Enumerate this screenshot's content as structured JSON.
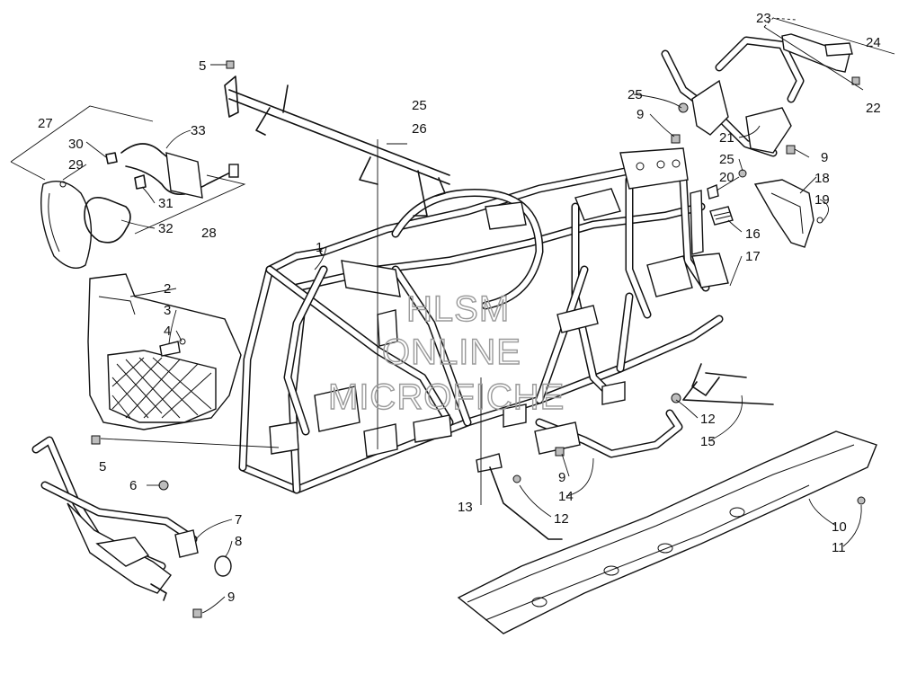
{
  "diagram": {
    "callouts": [
      {
        "id": "c-5-top",
        "text": "5"
      },
      {
        "id": "c-27",
        "text": "27"
      },
      {
        "id": "c-30",
        "text": "30"
      },
      {
        "id": "c-29",
        "text": "29"
      },
      {
        "id": "c-33",
        "text": "33"
      },
      {
        "id": "c-31",
        "text": "31"
      },
      {
        "id": "c-32",
        "text": "32"
      },
      {
        "id": "c-28",
        "text": "28"
      },
      {
        "id": "c-2",
        "text": "2"
      },
      {
        "id": "c-3",
        "text": "3"
      },
      {
        "id": "c-4",
        "text": "4"
      },
      {
        "id": "c-5-mid",
        "text": "5"
      },
      {
        "id": "c-6",
        "text": "6"
      },
      {
        "id": "c-7",
        "text": "7"
      },
      {
        "id": "c-8",
        "text": "8"
      },
      {
        "id": "c-9-bottom",
        "text": "9"
      },
      {
        "id": "c-1",
        "text": "1"
      },
      {
        "id": "c-25-top",
        "text": "25"
      },
      {
        "id": "c-26",
        "text": "26"
      },
      {
        "id": "c-23",
        "text": "23"
      },
      {
        "id": "c-24",
        "text": "24"
      },
      {
        "id": "c-22",
        "text": "22"
      },
      {
        "id": "c-25-right",
        "text": "25"
      },
      {
        "id": "c-9-right-top",
        "text": "9"
      },
      {
        "id": "c-21",
        "text": "21"
      },
      {
        "id": "c-25-mid",
        "text": "25"
      },
      {
        "id": "c-9-right-mid",
        "text": "9"
      },
      {
        "id": "c-20",
        "text": "20"
      },
      {
        "id": "c-18",
        "text": "18"
      },
      {
        "id": "c-19",
        "text": "19"
      },
      {
        "id": "c-16",
        "text": "16"
      },
      {
        "id": "c-17",
        "text": "17"
      },
      {
        "id": "c-12-right",
        "text": "12"
      },
      {
        "id": "c-15",
        "text": "15"
      },
      {
        "id": "c-9-center",
        "text": "9"
      },
      {
        "id": "c-14",
        "text": "14"
      },
      {
        "id": "c-13",
        "text": "13"
      },
      {
        "id": "c-12-bottom",
        "text": "12"
      },
      {
        "id": "c-10",
        "text": "10"
      },
      {
        "id": "c-11",
        "text": "11"
      }
    ],
    "watermark": {
      "line1": "HLSM",
      "line2": "ONLINE",
      "line3": "MICROFICHE"
    }
  }
}
